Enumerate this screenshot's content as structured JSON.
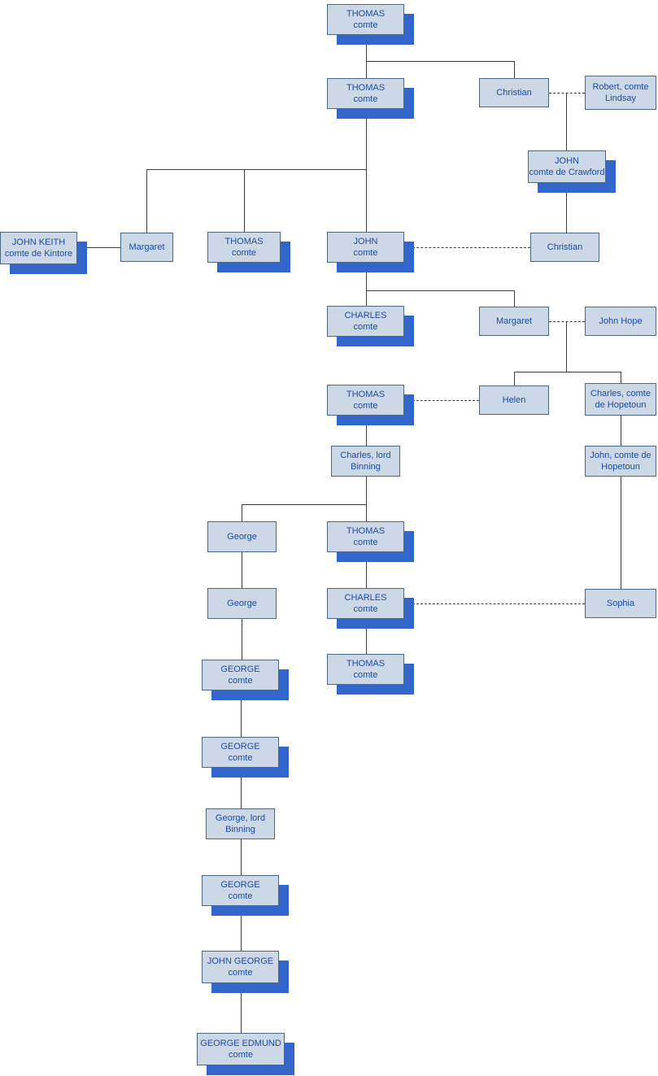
{
  "diagram": {
    "type": "family-tree",
    "colors": {
      "node_fill": "#ccd8e6",
      "node_border": "#4b6782",
      "node_text": "#1b4ba4",
      "node_shadow": "#3366cc",
      "line": "#3d3d3d",
      "background": "#ffffff"
    },
    "nodes": [
      {
        "line1": "THOMAS",
        "line2": "comte",
        "style": "shadow"
      },
      {
        "line1": "THOMAS",
        "line2": "comte",
        "style": "shadow"
      },
      {
        "line1": "Christian",
        "style": "plain"
      },
      {
        "line1": "Robert, comte",
        "line2": "Lindsay",
        "style": "plain"
      },
      {
        "line1": "JOHN",
        "line2": "comte de Crawford",
        "style": "shadow"
      },
      {
        "line1": "JOHN KEITH",
        "line2": "comte de Kintore",
        "style": "shadow"
      },
      {
        "line1": "Margaret",
        "style": "plain"
      },
      {
        "line1": "THOMAS",
        "line2": "comte",
        "style": "shadow"
      },
      {
        "line1": "JOHN",
        "line2": "comte",
        "style": "shadow"
      },
      {
        "line1": "Christian",
        "style": "plain"
      },
      {
        "line1": "CHARLES",
        "line2": "comte",
        "style": "shadow"
      },
      {
        "line1": "Margaret",
        "style": "plain"
      },
      {
        "line1": "John Hope",
        "style": "plain"
      },
      {
        "line1": "THOMAS",
        "line2": "comte",
        "style": "shadow"
      },
      {
        "line1": "Helen",
        "style": "plain"
      },
      {
        "line1": "Charles, comte",
        "line2": "de Hopetoun",
        "style": "plain"
      },
      {
        "line1": "Charles, lord",
        "line2": "Binning",
        "style": "plain"
      },
      {
        "line1": "John, comte de",
        "line2": "Hopetoun",
        "style": "plain"
      },
      {
        "line1": "George",
        "style": "plain"
      },
      {
        "line1": "THOMAS",
        "line2": "comte",
        "style": "shadow"
      },
      {
        "line1": "George",
        "style": "plain"
      },
      {
        "line1": "CHARLES",
        "line2": "comte",
        "style": "shadow"
      },
      {
        "line1": "Sophia",
        "style": "plain"
      },
      {
        "line1": "GEORGE",
        "line2": "comte",
        "style": "shadow"
      },
      {
        "line1": "THOMAS",
        "line2": "comte",
        "style": "shadow"
      },
      {
        "line1": "GEORGE",
        "line2": "comte",
        "style": "shadow"
      },
      {
        "line1": "George, lord",
        "line2": "Binning",
        "style": "plain"
      },
      {
        "line1": "GEORGE",
        "line2": "comte",
        "style": "shadow"
      },
      {
        "line1": "JOHN GEORGE",
        "line2": "comte",
        "style": "shadow"
      },
      {
        "line1": "GEORGE EDMUND",
        "line2": "comte",
        "style": "shadow"
      }
    ],
    "unions": [
      {
        "partners": [
          2,
          3
        ]
      },
      {
        "partners": [
          5,
          6
        ]
      },
      {
        "partners": [
          8,
          9
        ]
      },
      {
        "partners": [
          11,
          12
        ]
      },
      {
        "partners": [
          13,
          14
        ]
      },
      {
        "partners": [
          21,
          22
        ]
      }
    ],
    "descents": [
      {
        "parents": [
          0
        ],
        "child": 1
      },
      {
        "parents": [
          0
        ],
        "child": 2
      },
      {
        "parents": [
          2,
          3
        ],
        "child": 4
      },
      {
        "parents": [
          1
        ],
        "child": 6
      },
      {
        "parents": [
          1
        ],
        "child": 7
      },
      {
        "parents": [
          1
        ],
        "child": 8
      },
      {
        "parents": [
          4
        ],
        "child": 9
      },
      {
        "parents": [
          8,
          9
        ],
        "child": 10
      },
      {
        "parents": [
          8,
          9
        ],
        "child": 11
      },
      {
        "parents": [
          11,
          12
        ],
        "child": 14
      },
      {
        "parents": [
          11,
          12
        ],
        "child": 15
      },
      {
        "parents": [
          10
        ],
        "child": 13
      },
      {
        "parents": [
          13,
          14
        ],
        "child": 16
      },
      {
        "parents": [
          15
        ],
        "child": 17
      },
      {
        "parents": [
          16
        ],
        "child": 18
      },
      {
        "parents": [
          16
        ],
        "child": 19
      },
      {
        "parents": [
          18
        ],
        "child": 20
      },
      {
        "parents": [
          19
        ],
        "child": 21
      },
      {
        "parents": [
          17
        ],
        "child": 22
      },
      {
        "parents": [
          20
        ],
        "child": 23
      },
      {
        "parents": [
          21
        ],
        "child": 24
      },
      {
        "parents": [
          23
        ],
        "child": 25
      },
      {
        "parents": [
          25
        ],
        "child": 26
      },
      {
        "parents": [
          26
        ],
        "child": 27
      },
      {
        "parents": [
          27
        ],
        "child": 28
      },
      {
        "parents": [
          28
        ],
        "child": 29
      }
    ]
  }
}
